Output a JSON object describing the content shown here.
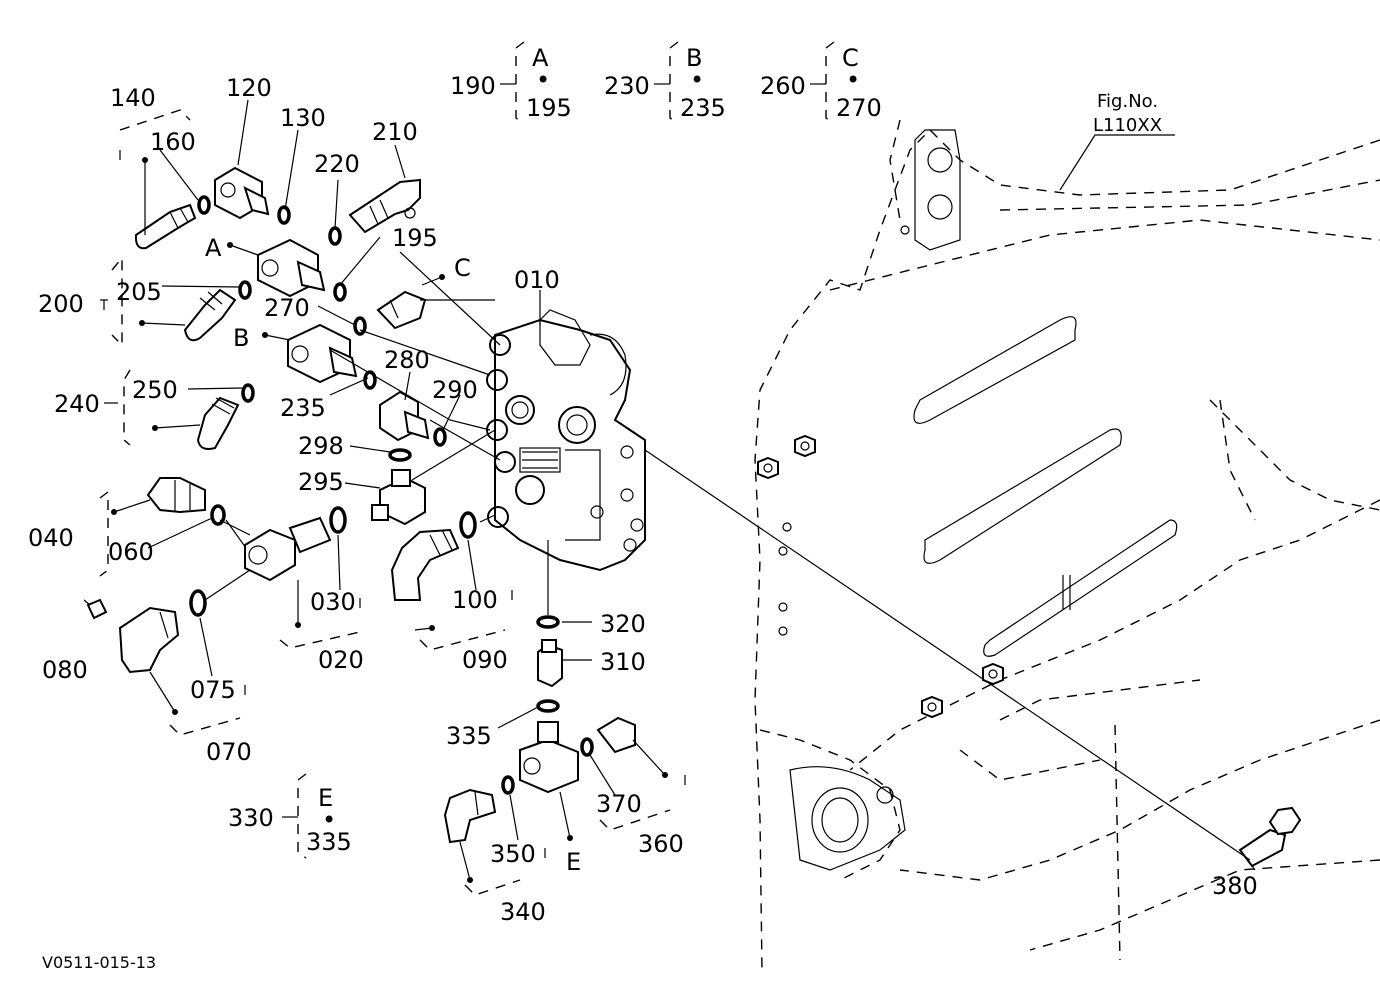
{
  "figure": {
    "ref_label": "Fig.No.",
    "ref_number": "L110XX",
    "drawing_code": "V0511-015-13"
  },
  "labels": {
    "p140": "140",
    "p160": "160",
    "p120": "120",
    "p130": "130",
    "p210": "210",
    "p220": "220",
    "p195": "195",
    "p200": "200",
    "p205": "205",
    "p270": "270",
    "p010": "010",
    "p240": "240",
    "p250": "250",
    "p235": "235",
    "p280": "280",
    "p290": "290",
    "p298": "298",
    "p295": "295",
    "p040": "040",
    "p060": "060",
    "p030": "030",
    "p100": "100",
    "p080": "080",
    "p075": "075",
    "p020": "020",
    "p090": "090",
    "p070": "070",
    "p320": "320",
    "p310": "310",
    "p335": "335",
    "p370": "370",
    "p360": "360",
    "p330": "330",
    "p350": "350",
    "p340": "340",
    "p380": "380",
    "p190": "190",
    "p230": "230",
    "p260": "260"
  },
  "callouts": {
    "A": "A",
    "B": "B",
    "C": "C",
    "E": "E"
  },
  "groups": {
    "g190": {
      "code": "190",
      "letter": "A",
      "sub": "195"
    },
    "g230": {
      "code": "230",
      "letter": "B",
      "sub": "235"
    },
    "g260": {
      "code": "260",
      "letter": "C",
      "sub": "270"
    },
    "g330": {
      "code": "330",
      "letter": "E",
      "sub": "335"
    }
  },
  "bullet": "•"
}
